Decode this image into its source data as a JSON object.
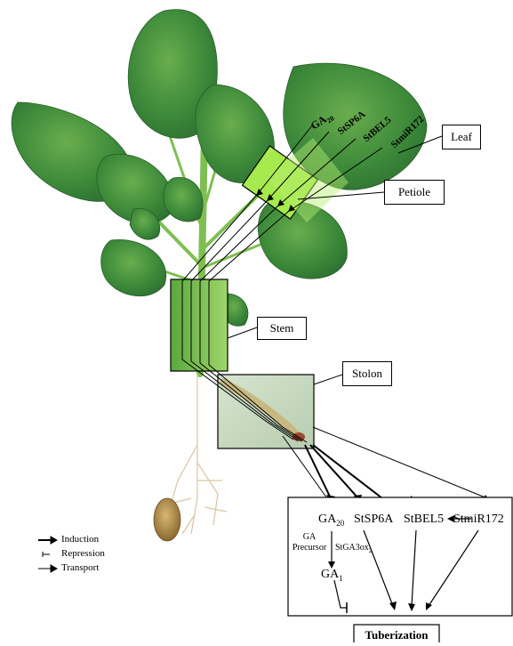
{
  "signals": {
    "ga20_base": "GA",
    "ga20_sub": "20",
    "sp6a": "StSP6A",
    "bel5": "StBEL5",
    "mir172": "StmiR172"
  },
  "organ_labels": {
    "leaf": "Leaf",
    "petiole": "Petiole",
    "stem": "Stem",
    "stolon": "Stolon"
  },
  "pathway": {
    "ga20_base": "GA",
    "ga20_sub": "20",
    "sp6a": "StSP6A",
    "bel5": "StBEL5",
    "mir172": "StmiR172",
    "ga_precursor_line1": "GA",
    "ga_precursor_line2": "Precursor",
    "enzyme_base": "StGA3ox",
    "enzyme_sub": "2",
    "ga1_base": "GA",
    "ga1_sub": "1",
    "outcome": "Tuberization"
  },
  "legend": {
    "induction": "Induction",
    "repression": "Repression",
    "transport": "Transport"
  },
  "colors": {
    "leaf_dark": "#2f7a35",
    "leaf_mid": "#4f9a44",
    "leaf_light": "#7cbc58",
    "highlight_green": "#9be84a",
    "stolon_bg": "#c9dcc4",
    "tuber": "#b38c4a"
  }
}
